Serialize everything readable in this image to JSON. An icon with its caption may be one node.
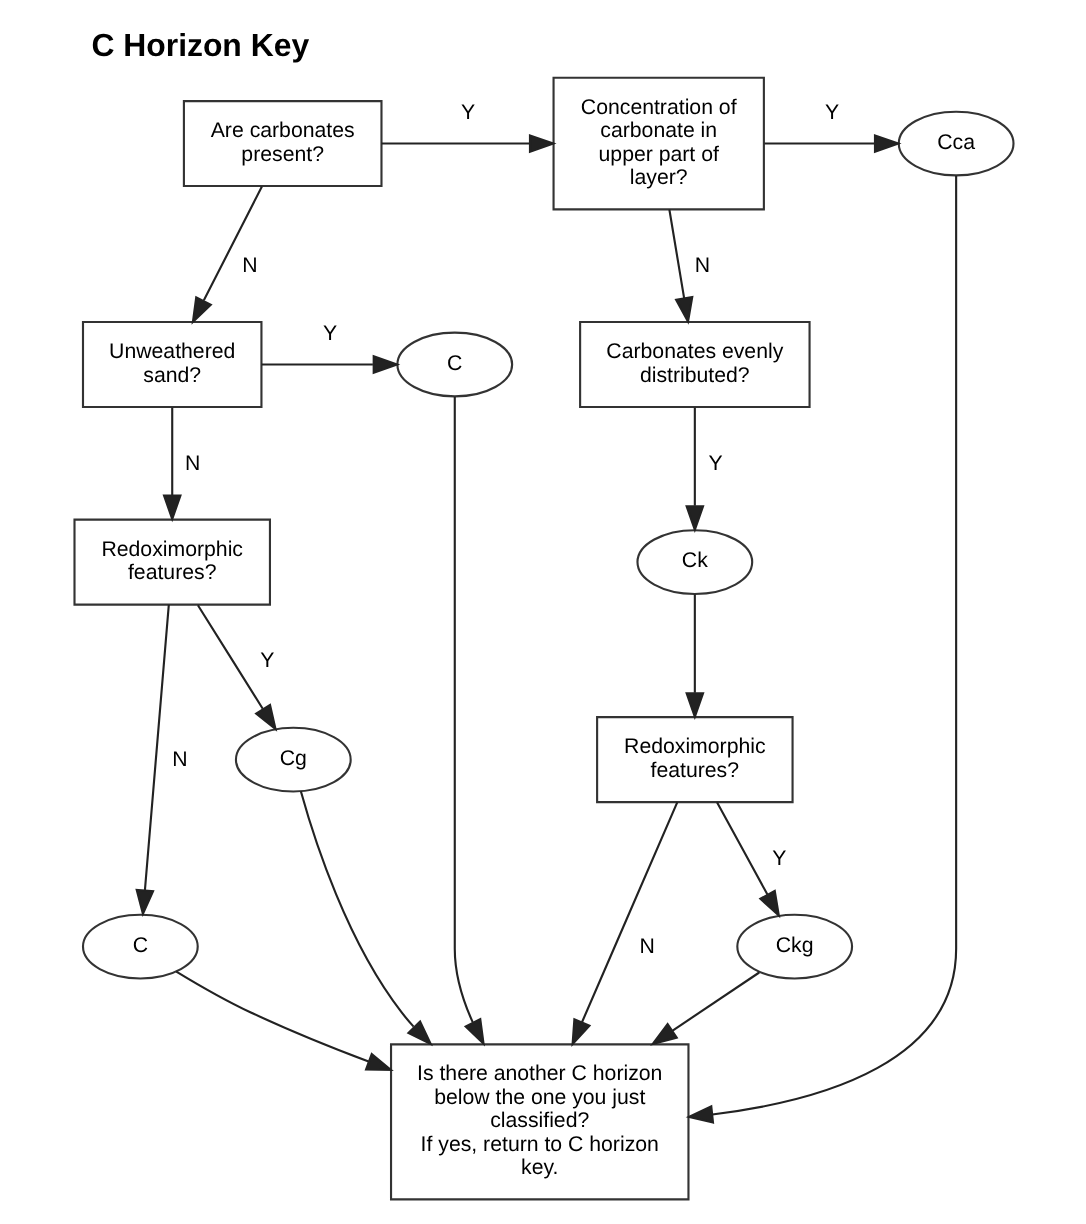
{
  "diagram": {
    "title": "C Horizon Key",
    "nodes": [
      {
        "text": [
          "Are carbonates present?"
        ]
      },
      {
        "text": [
          "Concentration of carbonate in upper part of layer?"
        ]
      },
      {
        "text": [
          "Cca"
        ]
      },
      {
        "text": [
          "Unweathered sand?"
        ]
      },
      {
        "text": [
          "C"
        ]
      },
      {
        "text": [
          "Carbonates evenly distributed?"
        ]
      },
      {
        "text": [
          "Redoximorphic features?"
        ]
      },
      {
        "text": [
          "Ck"
        ]
      },
      {
        "text": [
          "Cg"
        ]
      },
      {
        "text": [
          "Redoximorphic features?"
        ]
      },
      {
        "text": [
          "C"
        ]
      },
      {
        "text": [
          "Ckg"
        ]
      },
      {
        "text": [
          "Is there another C horizon below the one you just classified?",
          "If yes, return to C horizon key."
        ]
      }
    ],
    "edges": [
      {
        "from": 0,
        "to": 1,
        "arrow": "to",
        "label": "Y"
      },
      {
        "from": 0,
        "to": 3,
        "arrow": "to",
        "label": "N"
      },
      {
        "from": 1,
        "to": 2,
        "arrow": "to",
        "label": "Y"
      },
      {
        "from": 1,
        "to": 5,
        "arrow": "to",
        "label": "N"
      },
      {
        "from": 3,
        "to": 4,
        "arrow": "to",
        "label": "Y"
      },
      {
        "from": 3,
        "to": 6,
        "arrow": "to",
        "label": "N"
      },
      {
        "from": 5,
        "to": 7,
        "arrow": "to",
        "label": "Y"
      },
      {
        "from": 6,
        "to": 10,
        "arrow": "to",
        "label": "N"
      },
      {
        "from": 6,
        "to": 8,
        "arrow": "to",
        "label": "Y"
      },
      {
        "from": 7,
        "to": 9,
        "arrow": "to"
      },
      {
        "from": 9,
        "to": 12,
        "arrow": "to",
        "label": "N"
      },
      {
        "from": 9,
        "to": 11,
        "arrow": "to",
        "label": "Y"
      },
      {
        "from": 10,
        "to": 12,
        "arrow": "to"
      },
      {
        "from": 8,
        "to": 12,
        "arrow": "to"
      },
      {
        "from": 4,
        "to": 12,
        "arrow": "to"
      },
      {
        "from": 11,
        "to": 12,
        "arrow": "to"
      },
      {
        "from": 2,
        "to": 12,
        "arrow": "to"
      }
    ]
  }
}
